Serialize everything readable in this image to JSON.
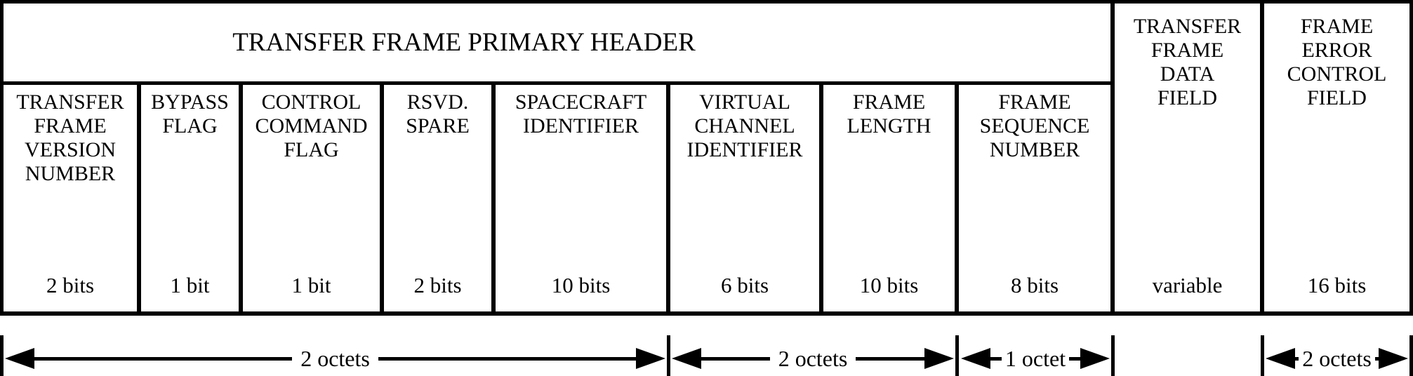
{
  "diagram": {
    "title": "TRANSFER FRAME PRIMARY HEADER",
    "header_fields": [
      {
        "label": "TRANSFER\nFRAME\nVERSION\nNUMBER",
        "bits": "2 bits"
      },
      {
        "label": "BYPASS\nFLAG",
        "bits": "1 bit"
      },
      {
        "label": "CONTROL\nCOMMAND\nFLAG",
        "bits": "1 bit"
      },
      {
        "label": "RSVD.\nSPARE",
        "bits": "2 bits"
      },
      {
        "label": "SPACECRAFT\nIDENTIFIER",
        "bits": "10 bits"
      },
      {
        "label": "VIRTUAL\nCHANNEL\nIDENTIFIER",
        "bits": "6 bits"
      },
      {
        "label": "FRAME\nLENGTH",
        "bits": "10 bits"
      },
      {
        "label": "FRAME\nSEQUENCE\nNUMBER",
        "bits": "8 bits"
      }
    ],
    "side_fields": [
      {
        "label": "TRANSFER\nFRAME\nDATA\nFIELD",
        "bits": "variable"
      },
      {
        "label": "FRAME\nERROR\nCONTROL\nFIELD",
        "bits": "16 bits"
      }
    ],
    "octet_spans": [
      {
        "label": "2 octets"
      },
      {
        "label": "2 octets"
      },
      {
        "label": "1 octet"
      },
      {
        "label": "2 octets"
      }
    ],
    "colors": {
      "line": "#000000",
      "background": "#ffffff"
    }
  }
}
